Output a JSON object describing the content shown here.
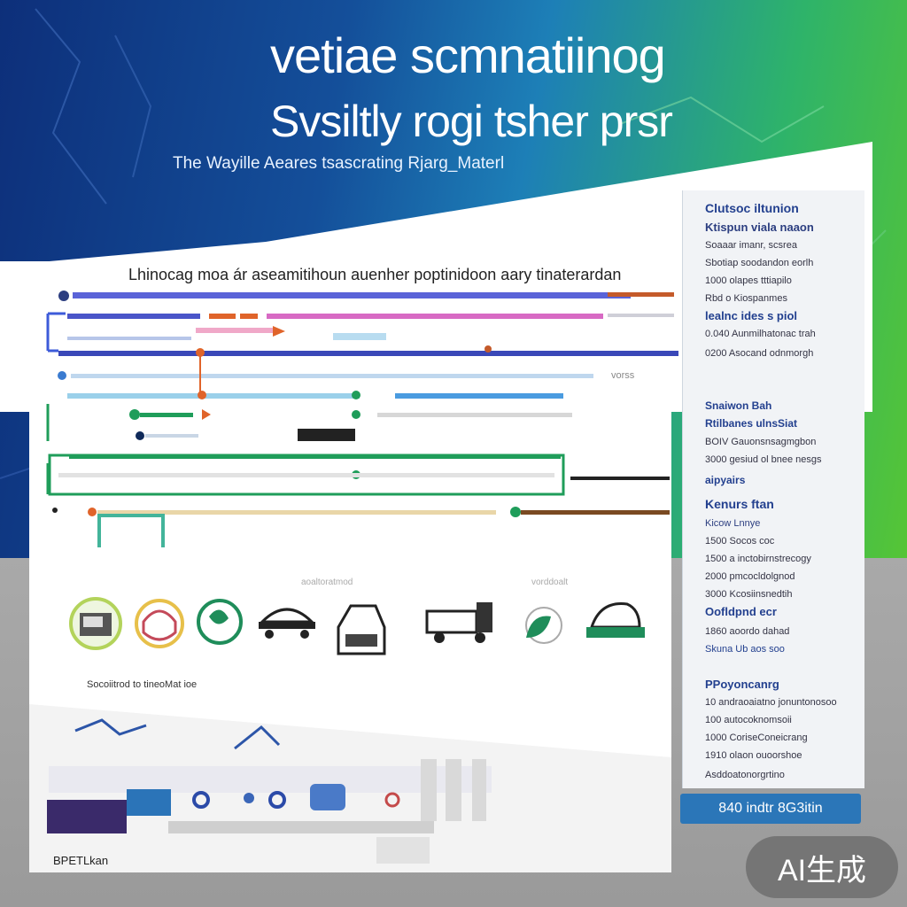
{
  "hero": {
    "title_line1": "vetiae scmnatiinog",
    "title_line2": "Svsiltly rogi tsher prsr",
    "subtitle": "The Wayille Aeares tsascrating Rjarg_Materl"
  },
  "chart": {
    "title": "Lhinocag moa ár aseamitihoun auenher poptinidoon aary tinaterardan",
    "row_label": "vorss",
    "sub_labels": [
      "aoaltoratmod",
      "vorddoalt"
    ]
  },
  "icons": {
    "items": [
      "vehicle-icon",
      "helmet-icon",
      "globe-icon",
      "cart-icon",
      "machine-icon",
      "truck-icon",
      "leaf-icon",
      "loader-icon"
    ],
    "caption": "Socoiitrod to tineoMat ioe"
  },
  "bottom": {
    "label": "BPETLkan"
  },
  "sidebar": {
    "heading1": "Clutsoc iltunion",
    "sub1": "Ktispun viala naaon",
    "items1": [
      "Soaaar imanr, scsrea",
      "Sbotiap soodandon eorlh",
      "1000 olapes tttiapilo",
      "Rbd o Kiospanmes"
    ],
    "heading2": "lealnc ides s piol",
    "items2": [
      "0.040 Aunmilhatonac trah",
      "0200 Asocand odnmorgh"
    ],
    "heading3": "Snaiwon Bah",
    "sub3": "Rtilbanes ulnsSiat",
    "items3": [
      "BOIV Gauonsnsagmgbon",
      "3000 gesiud ol bnee nesgs"
    ],
    "heading4": "aipyairs",
    "heading5": "Kenurs ftan",
    "sub5": "Kicow Lnnye",
    "items5": [
      "1500 Socos coc",
      "1500 a inctobirnstrecogy",
      "2000 pmcocldolgnod",
      "3000 Kcosiinsnedtih"
    ],
    "heading6": "Oofldpnd ecr",
    "items6": [
      "1860 aoordo dahad",
      "Skuna Ub aos soo"
    ],
    "heading7": "PPoyoncanrg",
    "items7": [
      "10 andraoaiatno jonuntonosoo",
      "100 autocoknomsoii",
      "1000 CoriseConeicrang",
      "1910 olaon ouoorshoe"
    ],
    "footer": "Asddoatonorgrtino",
    "button": "840 indtr 8G3itin"
  },
  "badge": "AI生成",
  "colors": {
    "accent_blue": "#3d5bd9",
    "accent_green": "#1f9d5a",
    "accent_orange": "#e0642a",
    "accent_pink": "#d86ac4",
    "button_blue": "#2b76b8"
  }
}
